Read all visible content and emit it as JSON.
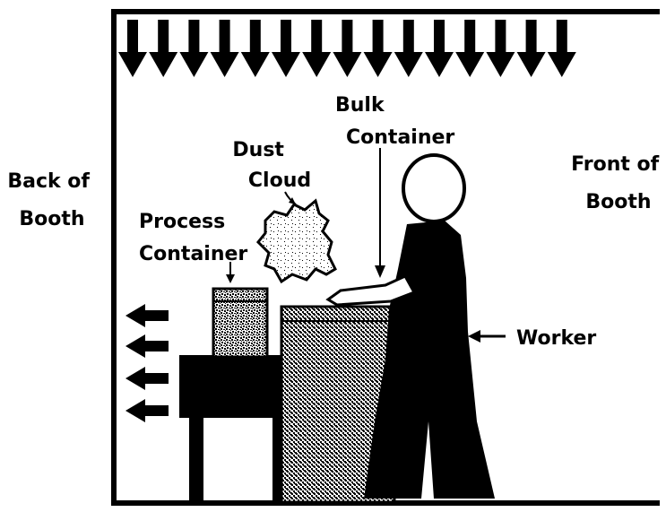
{
  "diagram": {
    "back_of_booth": [
      "Back of",
      "Booth"
    ],
    "front_of_booth": [
      "Front of",
      "Booth"
    ],
    "dust_cloud": [
      "Dust",
      "Cloud"
    ],
    "bulk_container": [
      "Bulk",
      "Container"
    ],
    "process_container": [
      "Process",
      "Container"
    ],
    "worker": "Worker"
  },
  "colors": {
    "ink": "#000000",
    "background": "#ffffff"
  }
}
